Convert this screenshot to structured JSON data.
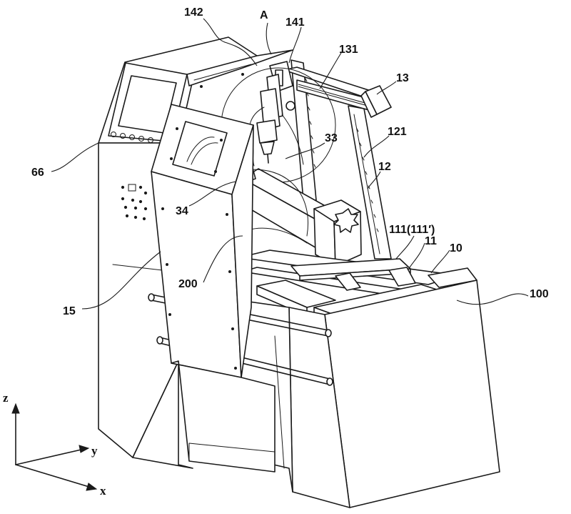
{
  "labels": {
    "l142": "142",
    "lA": "A",
    "l141": "141",
    "l131": "131",
    "l13": "13",
    "l121": "121",
    "l33": "33",
    "l12": "12",
    "l66": "66",
    "l34": "34",
    "l111": "111(111′)",
    "l11": "11",
    "l10": "10",
    "l200": "200",
    "l100": "100",
    "l15": "15"
  },
  "axes": {
    "z": "z",
    "y": "y",
    "x": "x"
  }
}
